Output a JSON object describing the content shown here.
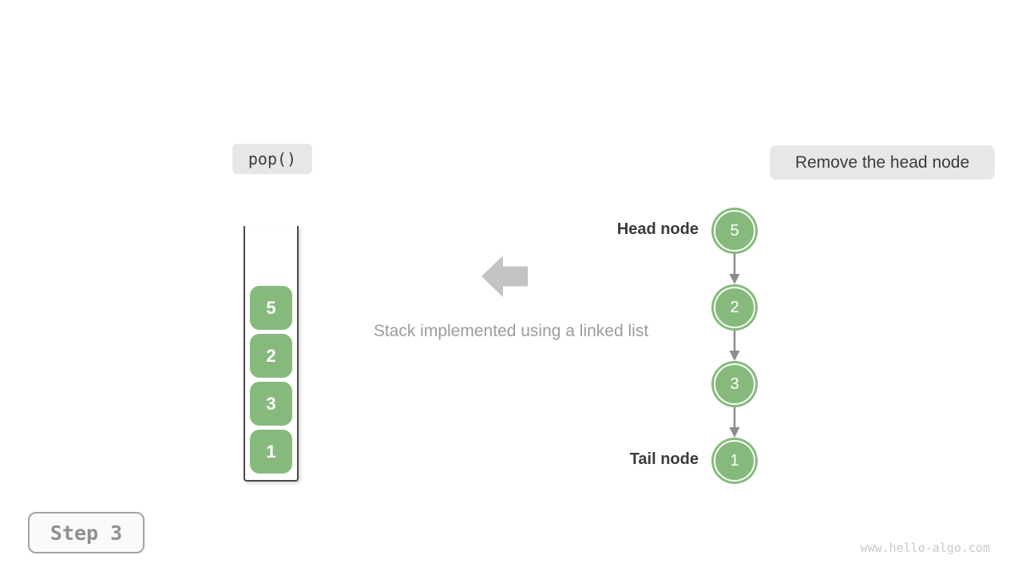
{
  "colors": {
    "node_green": "#86ba7d",
    "label_bg": "#e7e7e7",
    "dark_text": "#3c3c3c",
    "caption_gray": "#9c9c9c",
    "connector_gray": "#8c8c8c",
    "big_arrow_gray": "#c3c3c3",
    "container_border": "#4a4a4a",
    "step_text": "#8f8f8f",
    "watermark_gray": "#c9c9c9"
  },
  "operation": {
    "label": "pop()"
  },
  "annotation": {
    "label": "Remove the head node"
  },
  "caption": "Stack implemented using a linked list",
  "stack": {
    "items": [
      "5",
      "2",
      "3",
      "1"
    ]
  },
  "linked_list": {
    "head_label": "Head node",
    "tail_label": "Tail node",
    "nodes": [
      "5",
      "2",
      "3",
      "1"
    ]
  },
  "step": {
    "label": "Step 3"
  },
  "watermark": "www.hello-algo.com"
}
